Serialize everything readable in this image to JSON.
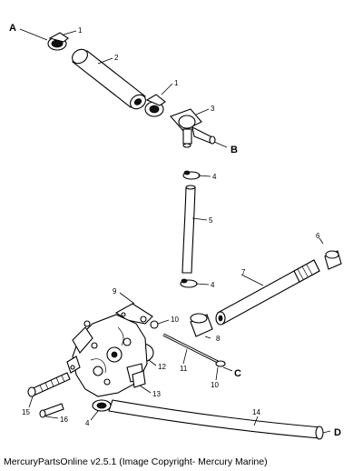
{
  "caption": "MercuryPartsOnline v2.5.1 (Image Copyright- Mercury Marine)",
  "letters": {
    "a": "A",
    "b": "B",
    "c": "C",
    "d": "D"
  },
  "callouts": {
    "c1a": "1",
    "c1b": "1",
    "c2": "2",
    "c3": "3",
    "c4a": "4",
    "c5": "5",
    "c4b": "4",
    "c6": "6",
    "c7": "7",
    "c9": "9",
    "c10a": "10",
    "c8": "8",
    "c12": "12",
    "c11": "11",
    "c10b": "10",
    "c13": "13",
    "c14": "14",
    "c15": "15",
    "c16": "16",
    "c4c": "4"
  }
}
